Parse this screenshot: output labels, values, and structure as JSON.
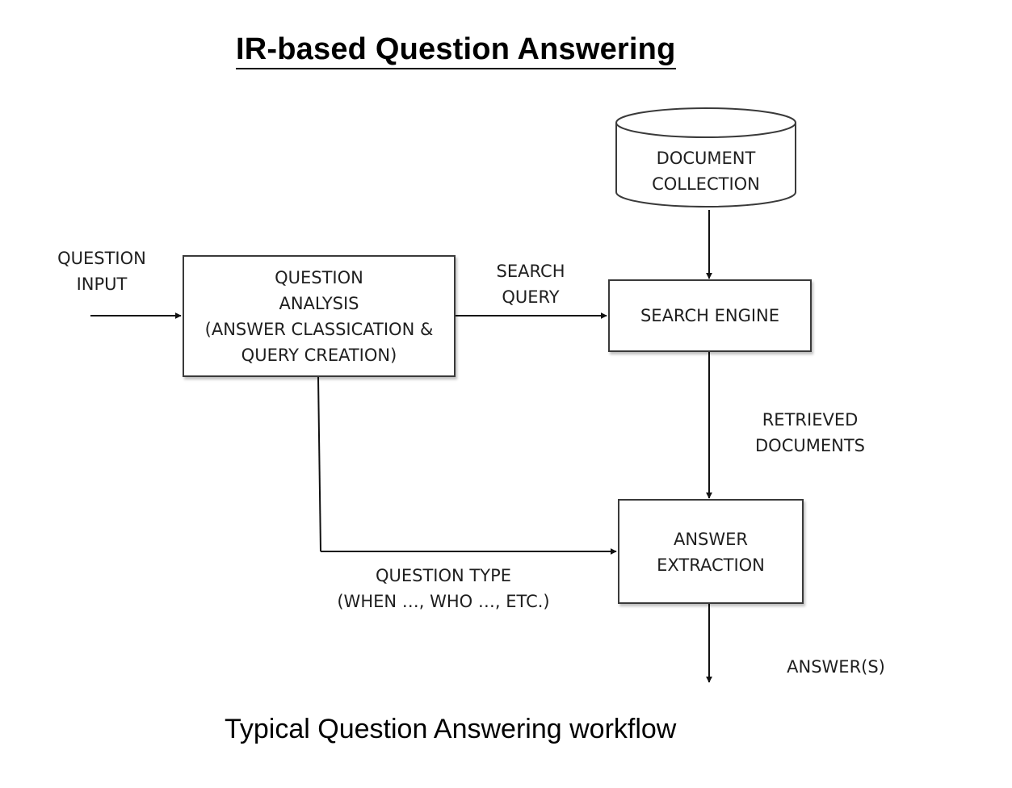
{
  "title": "IR-based Question Answering",
  "caption": "Typical Question Answering workflow",
  "nodes": {
    "document_collection": [
      "DOCUMENT",
      "COLLECTION"
    ],
    "question_analysis": [
      "QUESTION",
      "ANALYSIS",
      "(ANSWER CLASSICATION &",
      "QUERY CREATION)"
    ],
    "search_engine": [
      "SEARCH ENGINE"
    ],
    "answer_extraction": [
      "ANSWER",
      "EXTRACTION"
    ]
  },
  "edge_labels": {
    "question_input": [
      "QUESTION",
      "INPUT"
    ],
    "search_query": [
      "SEARCH",
      "QUERY"
    ],
    "retrieved_documents": [
      "RETRIEVED",
      "DOCUMENTS"
    ],
    "question_type": [
      "QUESTION TYPE",
      "(WHEN …, WHO …, ETC.)"
    ],
    "answers": [
      "ANSWER(S)"
    ]
  },
  "colors": {
    "stroke": "#3a3a3a",
    "text": "#1f1f1f"
  }
}
